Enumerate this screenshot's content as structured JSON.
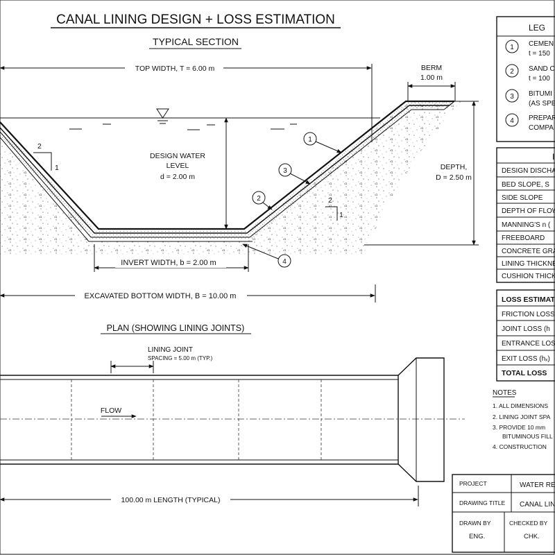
{
  "title": "CANAL LINING DESIGN + LOSS ESTIMATION",
  "section": {
    "heading": "TYPICAL SECTION",
    "top_width": "TOP WIDTH, T = 6.00 m",
    "berm_label": "BERM",
    "berm_value": "1.00 m",
    "design_water_line1": "DESIGN WATER",
    "design_water_line2": "LEVEL",
    "design_water_line3": "d = 2.00 m",
    "depth_line1": "DEPTH,",
    "depth_line2": "D = 2.50 m",
    "invert_width": "INVERT WIDTH, b = 2.00 m",
    "excavated_width": "EXCAVATED BOTTOM WIDTH, B = 10.00 m",
    "slope_rise": "2",
    "slope_run": "1",
    "callouts": [
      "1",
      "2",
      "3",
      "4"
    ]
  },
  "plan": {
    "heading": "PLAN (SHOWING LINING JOINTS)",
    "joint_label": "LINING JOINT",
    "joint_spacing": "SPACING = 5.00 m (TYP.)",
    "flow_label": "FLOW",
    "length_label": "100.00 m LENGTH (TYPICAL)"
  },
  "legend": {
    "title": "LEG",
    "items": [
      {
        "num": "1",
        "line1": "CEMEN",
        "line2": "t = 150"
      },
      {
        "num": "2",
        "line1": "SAND C",
        "line2": "t = 100"
      },
      {
        "num": "3",
        "line1": "BITUMI",
        "line2": "(AS SPE"
      },
      {
        "num": "4",
        "line1": "PREPAR",
        "line2": "COMPA"
      }
    ]
  },
  "params": {
    "header": "I",
    "rows": [
      "DESIGN DISCHA",
      "BED SLOPE, S",
      "SIDE SLOPE",
      "DEPTH OF FLOW",
      "MANNING'S n (",
      "FREEBOARD",
      "CONCRETE GRA",
      "LINING THICKNE",
      "CUSHION THICK"
    ]
  },
  "loss": {
    "header": "LOSS ESTIMAT",
    "rows": [
      "FRICTION LOSS",
      "JOINT LOSS (h",
      "ENTRANCE LOS",
      "EXIT LOSS (hₓ)"
    ],
    "total": "TOTAL LOSS"
  },
  "notes": {
    "title": "NOTES",
    "items": [
      "1.  ALL DIMENSIONS",
      "2.  LINING JOINT SPA",
      "3.  PROVIDE 10 mm",
      "BITUMINOUS FILL",
      "4.  CONSTRUCTION"
    ]
  },
  "titleblock": {
    "project_label": "PROJECT",
    "project_value": "WATER RE",
    "drawing_label": "DRAWING TITLE",
    "drawing_value": "CANAL LIN",
    "drawn_label": "DRAWN BY",
    "drawn_value": "ENG.",
    "checked_label": "CHECKED BY",
    "checked_value": "CHK."
  }
}
